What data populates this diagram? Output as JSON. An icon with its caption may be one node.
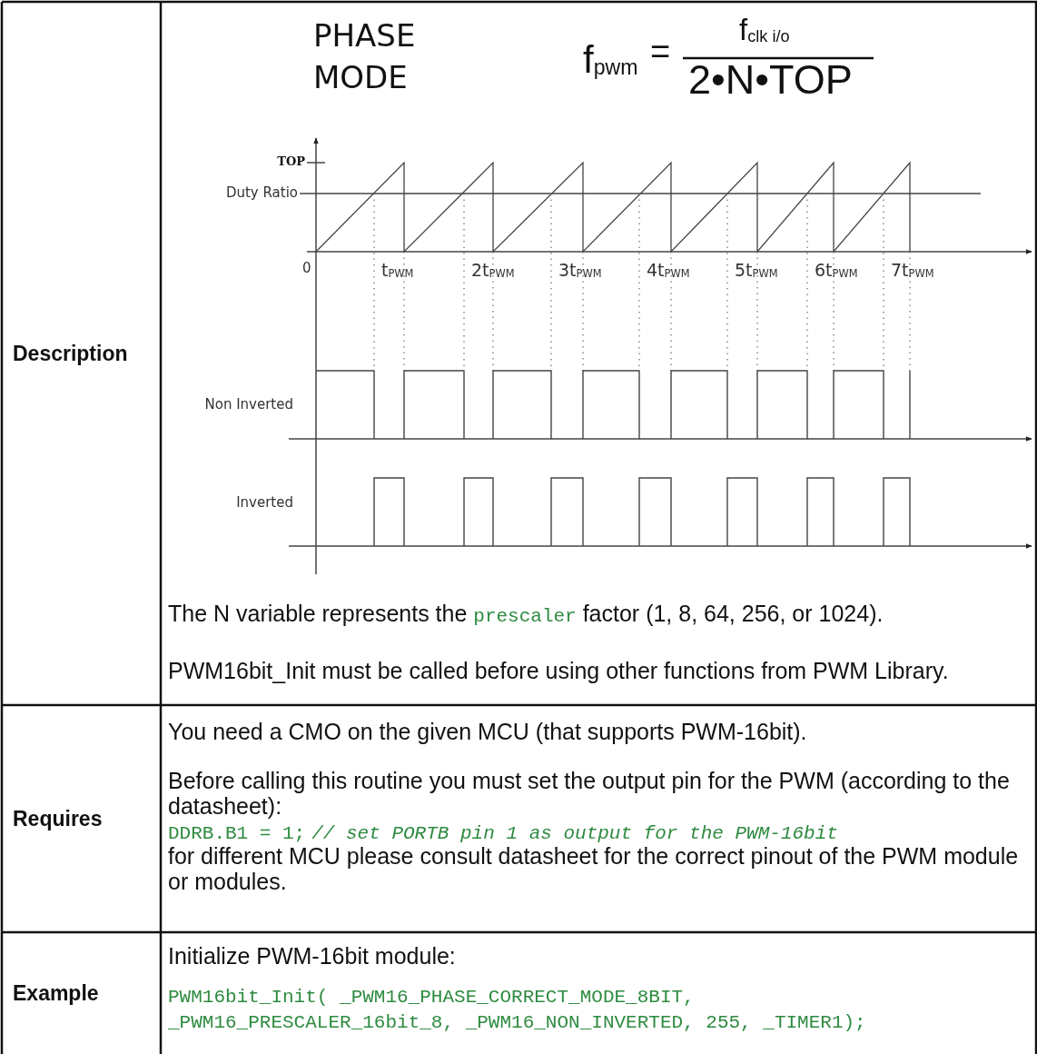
{
  "diagram": {
    "labels": [
      "Description",
      "PHASE MODE",
      "f$_{pwm}$",
      "=",
      "f$_{clk i/o}$",
      "2•N•TOP",
      "TOP",
      "Duty Ratio",
      "0",
      "t$_{PWM}$",
      "2t$_{PWM}$",
      "3t$_{PWM}$",
      "4t$_{PWM}$",
      "5t$_{PWM}$",
      "6t$_{PWM}$",
      "7t$_{PWM}$",
      "Non Inverted",
      "Inverted",
      "The N variable represents the",
      "prescaler",
      "factor (1, 8, 64, 256, or 1024).",
      "PWM16bit_Init must be called before using other functions from PWM Library.",
      "Requires",
      "You need a CMO on the given MCU (that supports PWM-16bit).",
      "Before calling this routine you must set the output pin for the PWM (according to the datasheet):",
      "DDRB.B1 = 1;",
      "// set PORTB pin 1 as output for the PWM-16bit",
      "for different MCU please consult datasheet for the correct pinout of the PWM module or modules.",
      "Example",
      "Initialize PWM-16bit module:",
      "PWM16bit_Init( _PWM16_PHASE_CORRECT_MODE_8BIT, _PWM16_PRESCALER_16bit_8, _PWM16_NON_INVERTED, 255, _TIMER1);"
    ]
  }
}
